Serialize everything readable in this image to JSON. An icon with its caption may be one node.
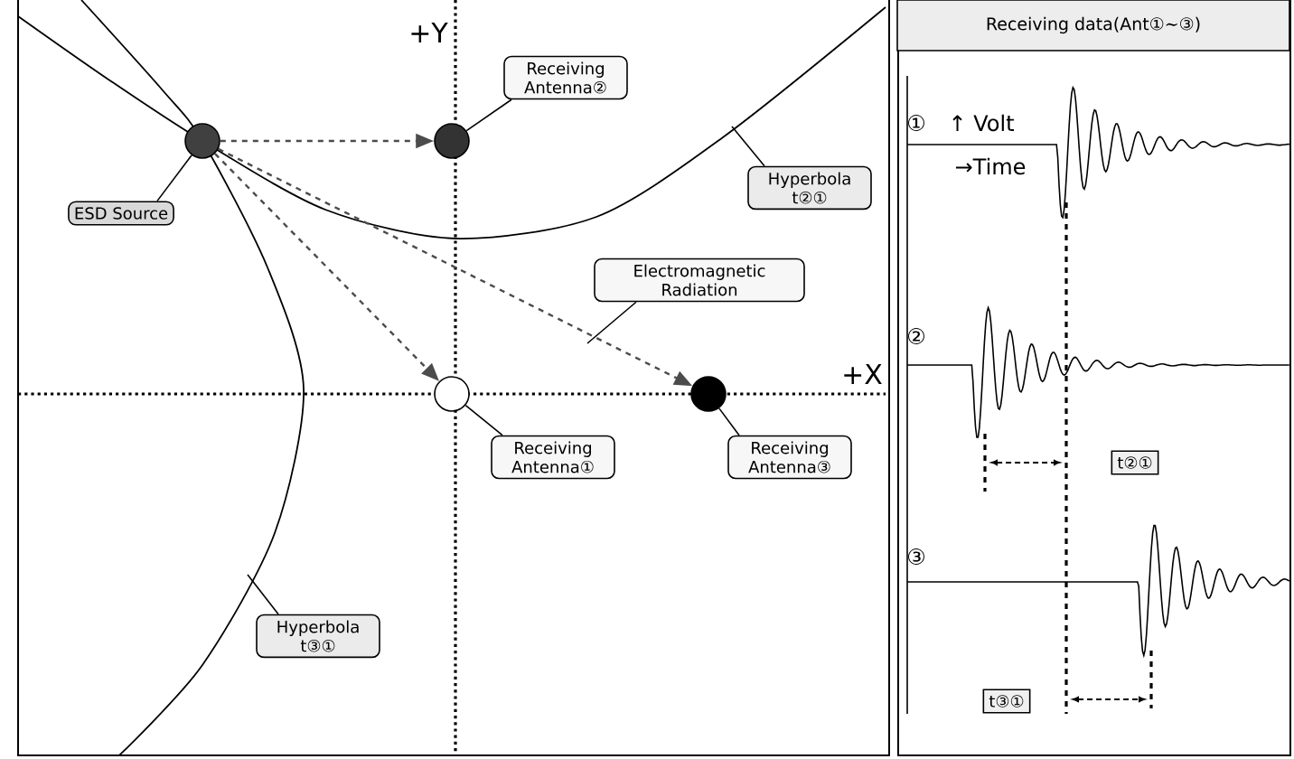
{
  "diagram": {
    "nodes": [
      {
        "text": [],
        "shape": "circle"
      },
      {
        "text": [
          "ESD Source"
        ]
      },
      {
        "text": [],
        "shape": "circle"
      },
      {
        "text": [
          "Receiving Antenna②"
        ]
      },
      {
        "text": [
          "Hyperbola t②①"
        ]
      },
      {
        "text": [
          "Electromagnetic Radiation"
        ]
      },
      {
        "text": [],
        "shape": "circle"
      },
      {
        "text": [],
        "shape": "circle"
      },
      {
        "text": [
          "Receiving Antenna①"
        ]
      },
      {
        "text": [
          "Receiving Antenna③"
        ]
      },
      {
        "text": [
          "Hyperbola t③①"
        ]
      },
      {
        "text": [
          "Receiving data(Ant①∼③)"
        ]
      },
      {
        "text": [
          "t②①"
        ]
      },
      {
        "text": [
          "t③①"
        ]
      }
    ],
    "edges": [
      {
        "from": 0,
        "to": 2,
        "arrow": "to",
        "style": "dashed"
      },
      {
        "from": 0,
        "to": 6,
        "arrow": "to",
        "style": "dashed"
      },
      {
        "from": 0,
        "to": 7,
        "arrow": "to",
        "style": "dashed"
      },
      {
        "from": 1,
        "to": 0,
        "arrow": "none"
      },
      {
        "from": 3,
        "to": 2,
        "arrow": "none"
      },
      {
        "from": 4,
        "to": null,
        "arrow": "none"
      },
      {
        "from": 5,
        "to": null,
        "arrow": "none"
      },
      {
        "from": 8,
        "to": 6,
        "arrow": "none"
      },
      {
        "from": 9,
        "to": 7,
        "arrow": "none"
      },
      {
        "from": 10,
        "to": null,
        "arrow": "none"
      }
    ],
    "labels": [
      "+Y",
      "+X",
      "①",
      "↑ Volt",
      "→Time",
      "②",
      "③"
    ]
  }
}
